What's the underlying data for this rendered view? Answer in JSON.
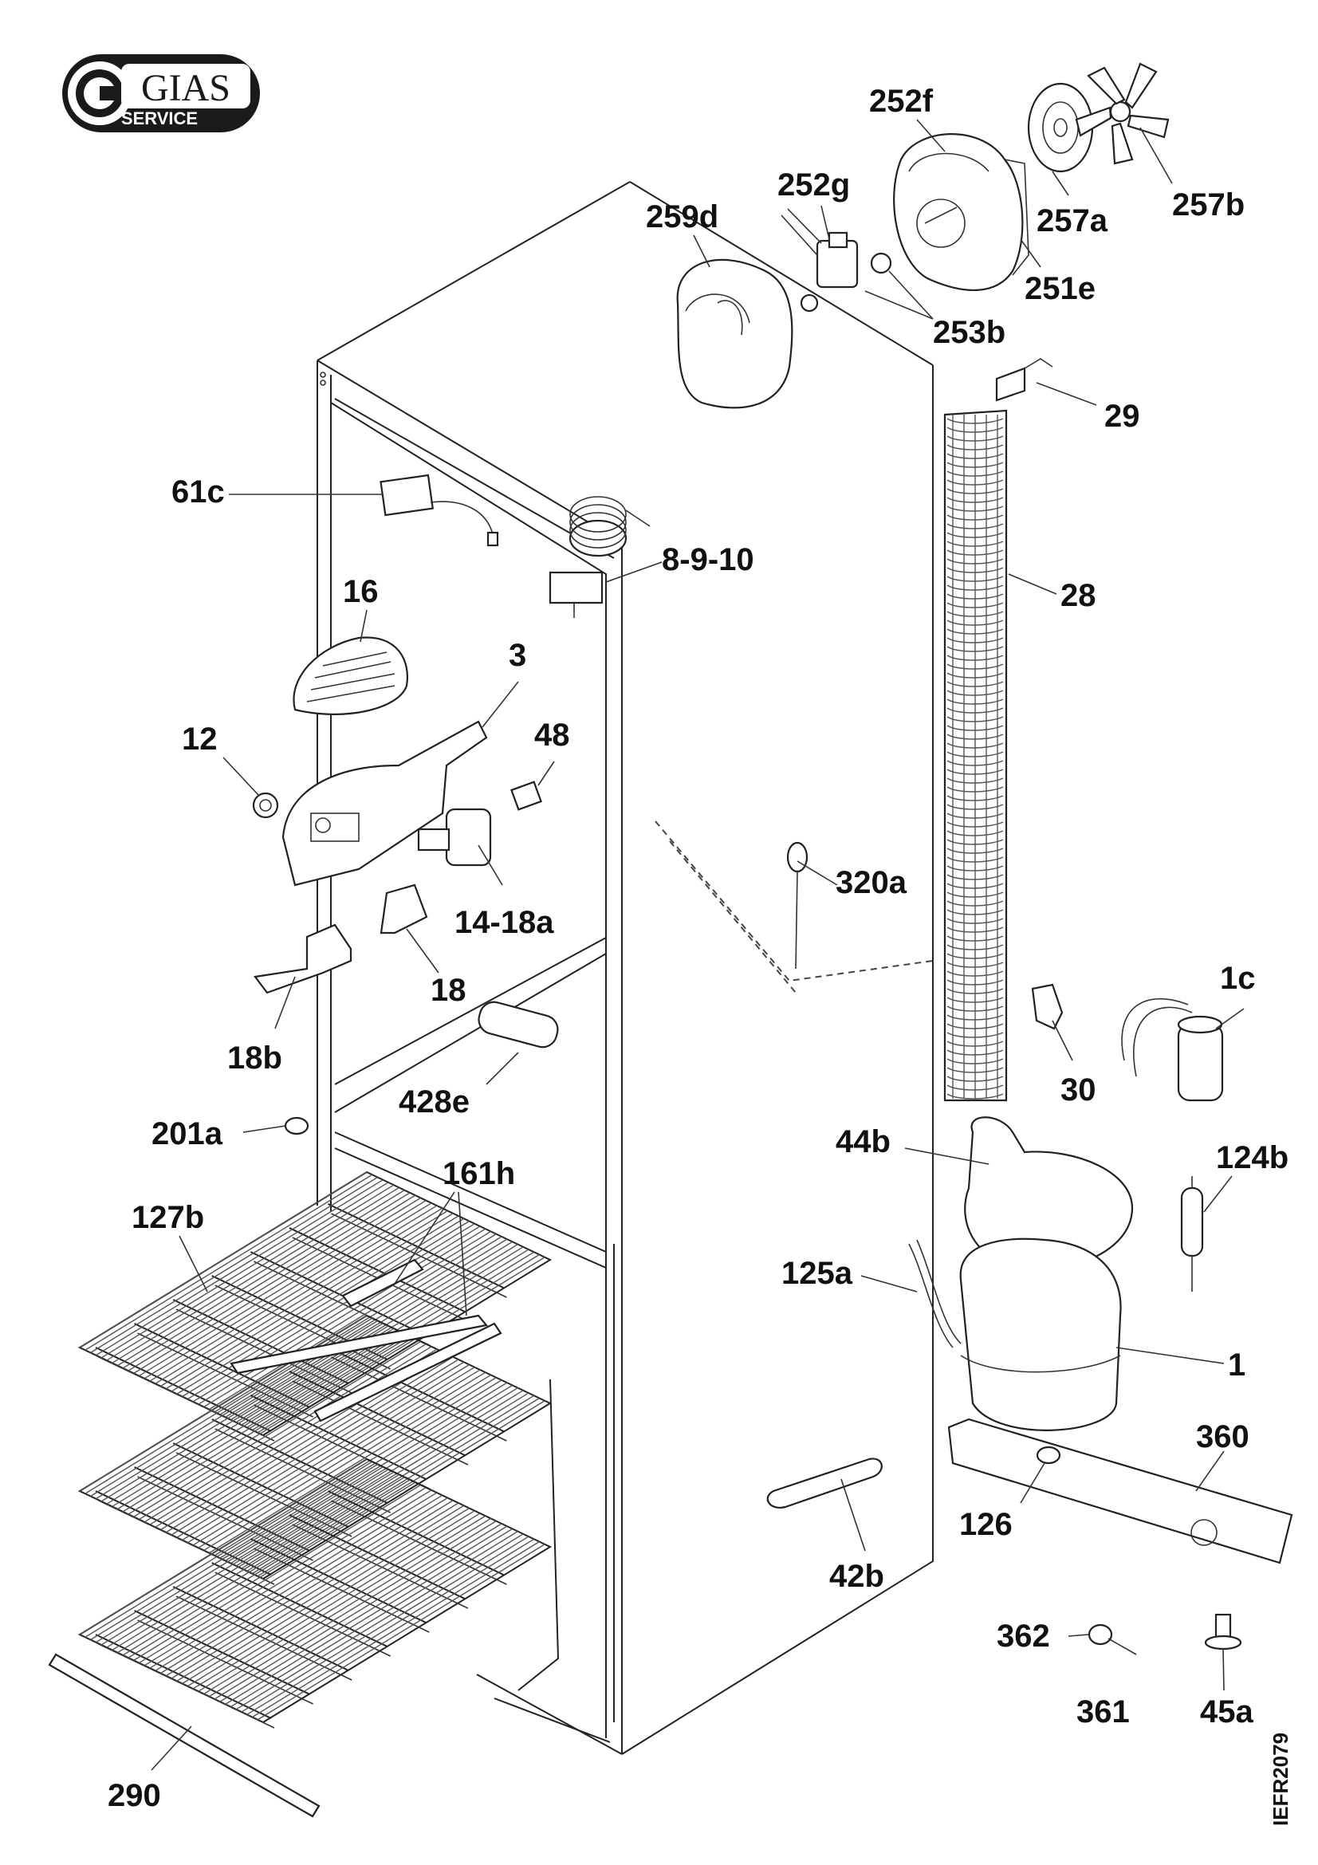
{
  "logo": {
    "brand": "GIAS",
    "sub": "SERVICE"
  },
  "drawing_code": "IEFR2079",
  "part_labels": {
    "p252f": "252f",
    "p257b": "257b",
    "p252g": "252g",
    "p257a": "257a",
    "p259d": "259d",
    "p251e": "251e",
    "p253b": "253b",
    "p29": "29",
    "p61c": "61c",
    "p8_9_10": "8-9-10",
    "p16": "16",
    "p28": "28",
    "p3": "3",
    "p12": "12",
    "p48": "48",
    "p320a": "320a",
    "p14_18a": "14-18a",
    "p18": "18",
    "p1c": "1c",
    "p18b": "18b",
    "p30": "30",
    "p428e": "428e",
    "p201a": "201a",
    "p44b": "44b",
    "p124b": "124b",
    "p161h": "161h",
    "p127b": "127b",
    "p125a": "125a",
    "p1": "1",
    "p360": "360",
    "p126": "126",
    "p42b": "42b",
    "p362": "362",
    "p361": "361",
    "p45a": "45a",
    "p290": "290"
  }
}
